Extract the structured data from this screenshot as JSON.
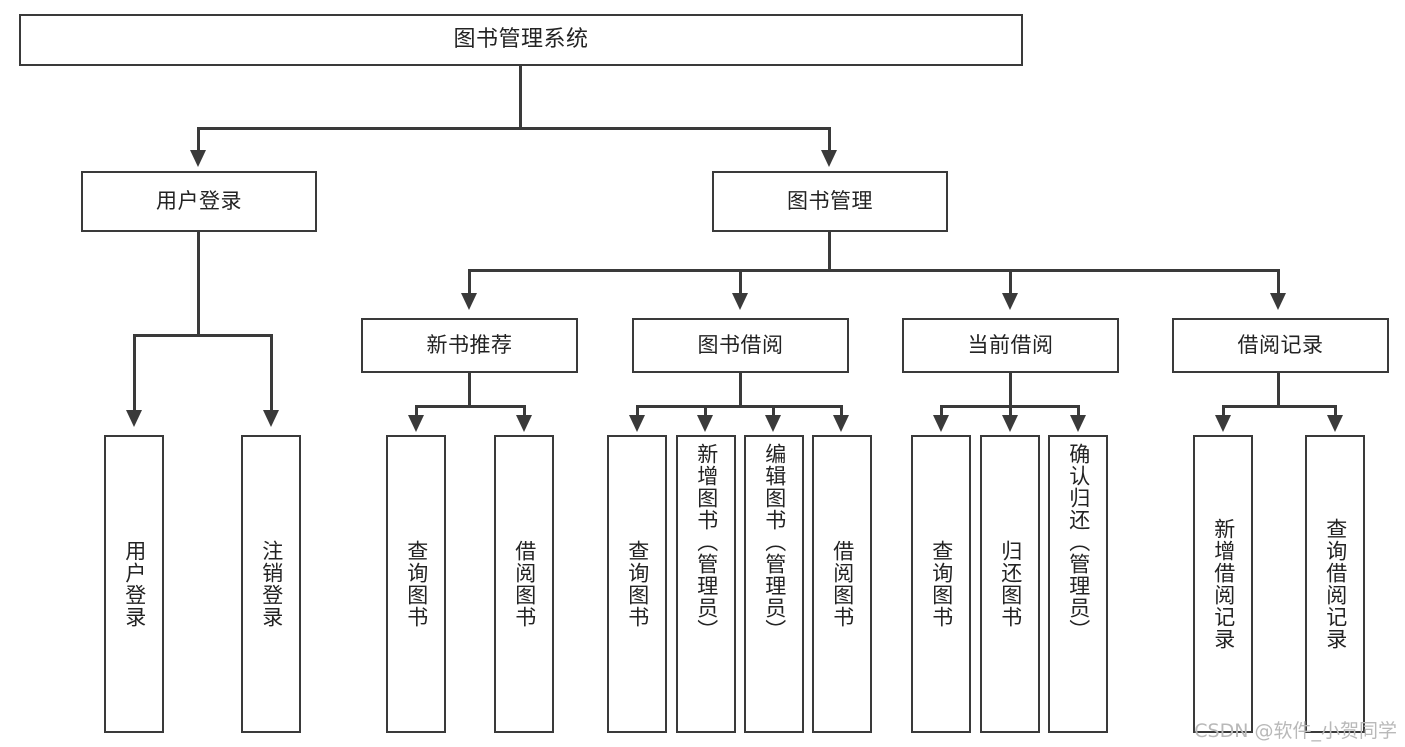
{
  "diagram": {
    "title": "图书管理系统",
    "root": {
      "label": "图书管理系统"
    },
    "level2": [
      {
        "label": "用户登录"
      },
      {
        "label": "图书管理"
      }
    ],
    "level3": [
      {
        "label": "新书推荐"
      },
      {
        "label": "图书借阅"
      },
      {
        "label": "当前借阅"
      },
      {
        "label": "借阅记录"
      }
    ],
    "leaves_user_login": [
      {
        "label": "用户登录"
      },
      {
        "label": "注销登录"
      }
    ],
    "leaves_new_book": [
      {
        "label": "查询图书"
      },
      {
        "label": "借阅图书"
      }
    ],
    "leaves_borrow": [
      {
        "label": "查询图书"
      },
      {
        "label": "新增图书（管理员）"
      },
      {
        "label": "编辑图书（管理员）"
      },
      {
        "label": "借阅图书"
      }
    ],
    "leaves_current": [
      {
        "label": "查询图书"
      },
      {
        "label": "归还图书"
      },
      {
        "label": "确认归还（管理员）"
      }
    ],
    "leaves_record": [
      {
        "label": "新增借阅记录"
      },
      {
        "label": "查询借阅记录"
      }
    ],
    "watermark": "CSDN @软件_小贺同学",
    "colors": {
      "stroke": "#3a3a3a",
      "text": "#232323",
      "background": "#ffffff",
      "watermark": "#b9b9b9"
    }
  }
}
